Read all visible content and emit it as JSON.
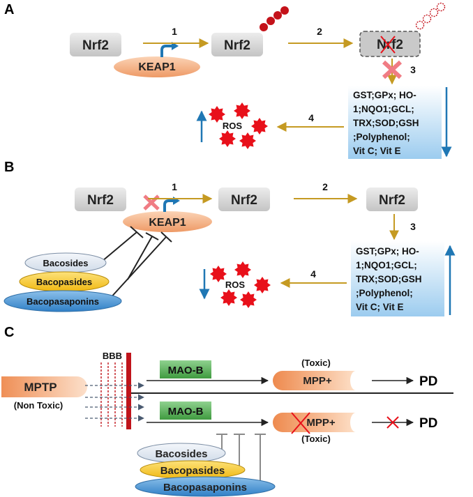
{
  "panels": {
    "a": {
      "label": "A",
      "nrf2_1": "Nrf2",
      "nrf2_2": "Nrf2",
      "nrf2_3": "Nrf2",
      "keap1": "KEAP1",
      "steps": [
        "1",
        "2",
        "3",
        "4"
      ],
      "antioxidants": [
        "GST;GPx; HO-",
        "1;NQO1;GCL;",
        "TRX;SOD;GSH",
        ";Polyphenol;",
        "Vit C; Vit E"
      ],
      "ros": "ROS"
    },
    "b": {
      "label": "B",
      "nrf2_1": "Nrf2",
      "nrf2_2": "Nrf2",
      "nrf2_3": "Nrf2",
      "keap1": "KEAP1",
      "steps": [
        "1",
        "2",
        "3",
        "4"
      ],
      "compounds": [
        "Bacosides",
        "Bacopasides",
        "Bacopasaponins"
      ],
      "antioxidants": [
        "GST;GPx; HO-",
        "1;NQO1;GCL;",
        "TRX;SOD;GSH",
        ";Polyphenol;",
        "Vit C; Vit E"
      ],
      "ros": "ROS"
    },
    "c": {
      "label": "C",
      "bbb": "BBB",
      "mptp": "MPTP",
      "non_toxic": "(Non Toxic)",
      "maob_1": "MAO-B",
      "maob_2": "MAO-B",
      "toxic_1": "(Toxic)",
      "toxic_2": "(Toxic)",
      "mpp_1": "MPP+",
      "mpp_2": "MPP+",
      "pd_1": "PD",
      "pd_2": "PD",
      "compounds": [
        "Bacosides",
        "Bacopasides",
        "Bacopasaponins"
      ]
    }
  },
  "colors": {
    "nrf_box": "#d6d6d6",
    "keap_fill": "#f2b58e",
    "gold_arrow": "#c59a22",
    "blue_arrow": "#1f77b4",
    "ros_red": "#e8101a",
    "degradation_red": "#c4121a",
    "antioxidant_box": "#cfe6f6",
    "maob_green": "#5db35d",
    "bbb_red": "#c0141b",
    "bacosides_fill": "#e4edf5",
    "bacopasides_fill": "#f5c92c",
    "bacopasaponins_fill": "#5a9bd5"
  }
}
